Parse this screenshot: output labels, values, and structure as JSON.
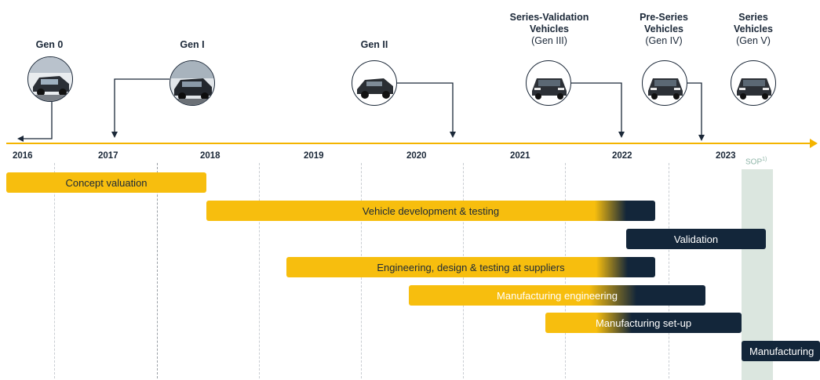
{
  "generations": [
    {
      "title": "Gen 0",
      "subtitle": ""
    },
    {
      "title": "Gen I",
      "subtitle": ""
    },
    {
      "title": "Gen II",
      "subtitle": ""
    },
    {
      "title": "Series-Validation Vehicles",
      "subtitle": "(Gen III)"
    },
    {
      "title": "Pre-Series Vehicles",
      "subtitle": "(Gen IV)"
    },
    {
      "title": "Series Vehicles",
      "subtitle": "(Gen V)"
    }
  ],
  "years": [
    "2016",
    "2017",
    "2018",
    "2019",
    "2020",
    "2021",
    "2022",
    "2023"
  ],
  "sop_label": "SOP",
  "sop_footnote": "1)",
  "phases": [
    {
      "label": "Concept valuation"
    },
    {
      "label": "Vehicle development & testing"
    },
    {
      "label": "Validation"
    },
    {
      "label": "Engineering, design & testing at suppliers"
    },
    {
      "label": "Manufacturing engineering"
    },
    {
      "label": "Manufacturing set-up"
    },
    {
      "label": "Manufacturing"
    }
  ],
  "colors": {
    "accent_yellow": "#f7be0e",
    "navy": "#13263a",
    "axis": "#f4b400",
    "sop_band": "#dbe6df"
  },
  "icons": [
    "car-photo-icon",
    "arrow-icon"
  ]
}
